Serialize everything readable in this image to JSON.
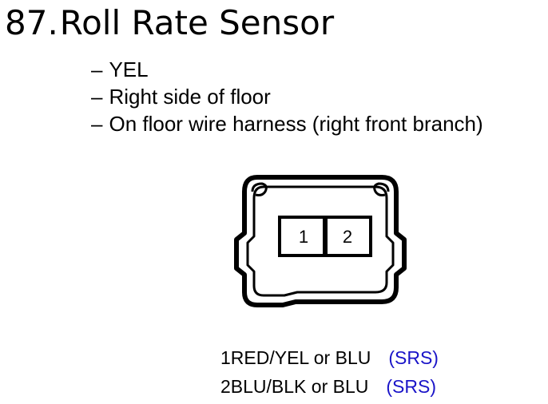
{
  "title": {
    "number": "87.",
    "text": "Roll Rate Sensor"
  },
  "details": [
    {
      "dash": "–",
      "text": "YEL"
    },
    {
      "dash": "–",
      "text": "Right side of floor"
    },
    {
      "dash": "–",
      "text": "On floor wire harness (right front branch)"
    }
  ],
  "connector": {
    "terminals": [
      "1",
      "2"
    ]
  },
  "pins": [
    {
      "num": "1",
      "wire": "RED/YEL or BLU",
      "system": "(SRS)"
    },
    {
      "num": "2",
      "wire": "BLU/BLK or BLU",
      "system": "(SRS)"
    }
  ],
  "colors": {
    "system_text": "#1a14c8",
    "line": "#000000"
  }
}
